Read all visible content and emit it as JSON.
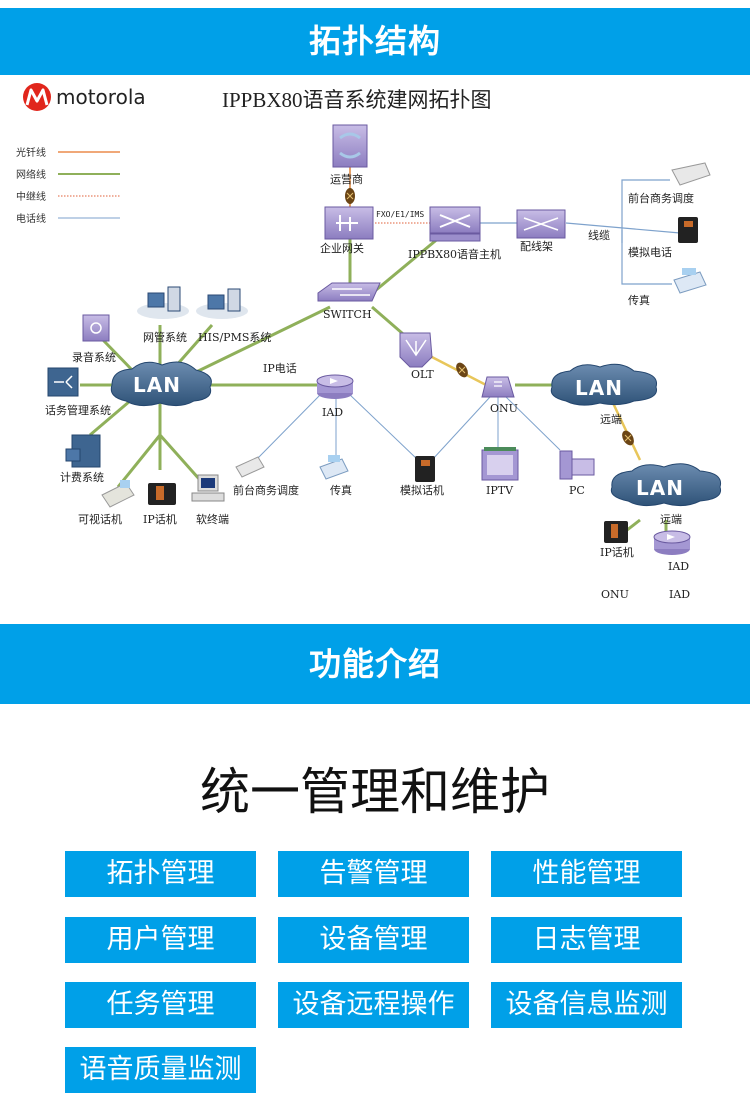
{
  "sections": {
    "topology_title": "拓扑结构",
    "features_title": "功能介绍"
  },
  "diagram": {
    "brand": "motorola",
    "brand_color": "#e1261c",
    "title": "IPPBX80语音系统建网拓扑图",
    "legend": [
      {
        "label": "光钎线",
        "color": "#f0a878",
        "style": "solid"
      },
      {
        "label": "网络线",
        "color": "#8fb05a",
        "style": "solid"
      },
      {
        "label": "中继线",
        "color": "#e0603a",
        "style": "dotted"
      },
      {
        "label": "电话线",
        "color": "#7ea2cc",
        "style": "solid"
      }
    ],
    "nodes": {
      "carrier": "运营商",
      "gateway": "企业网关",
      "trunk_label": "FXO/E1/IMS",
      "ippbx": "IPPBX80语音主机",
      "patch_panel": "配线架",
      "cable": "线缆",
      "front_desk_right": "前台商务调度",
      "analog_phone_right": "模拟电话",
      "fax_right": "传真",
      "switch": "SWITCH",
      "nms": "网管系统",
      "his_pms": "HIS/PMS系统",
      "recording": "录音系统",
      "traffic_mgmt": "话务管理系统",
      "lan_main": "LAN",
      "ip_phone_link": "IP电话",
      "billing": "计费系统",
      "video_phone": "可视话机",
      "ip_phone": "IP话机",
      "softphone": "软终端",
      "olt": "OLT",
      "onu": "ONU",
      "iad": "IAD",
      "front_desk_bottom": "前台商务调度",
      "fax_bottom": "传真",
      "analog_phone_bottom": "模拟话机",
      "iptv": "IPTV",
      "pc": "PC",
      "lan_remote1": "LAN",
      "remote1": "远端",
      "lan_remote2": "LAN",
      "remote2": "远端",
      "remote_ip_phone": "IP话机",
      "remote_iad": "IAD",
      "footer_onu": "ONU",
      "footer_iad": "IAD"
    }
  },
  "features": {
    "heading": "统一管理和维护",
    "buttons": [
      "拓扑管理",
      "告警管理",
      "性能管理",
      "用户管理",
      "设备管理",
      "日志管理",
      "任务管理",
      "设备远程操作",
      "设备信息监测",
      "语音质量监测"
    ]
  }
}
